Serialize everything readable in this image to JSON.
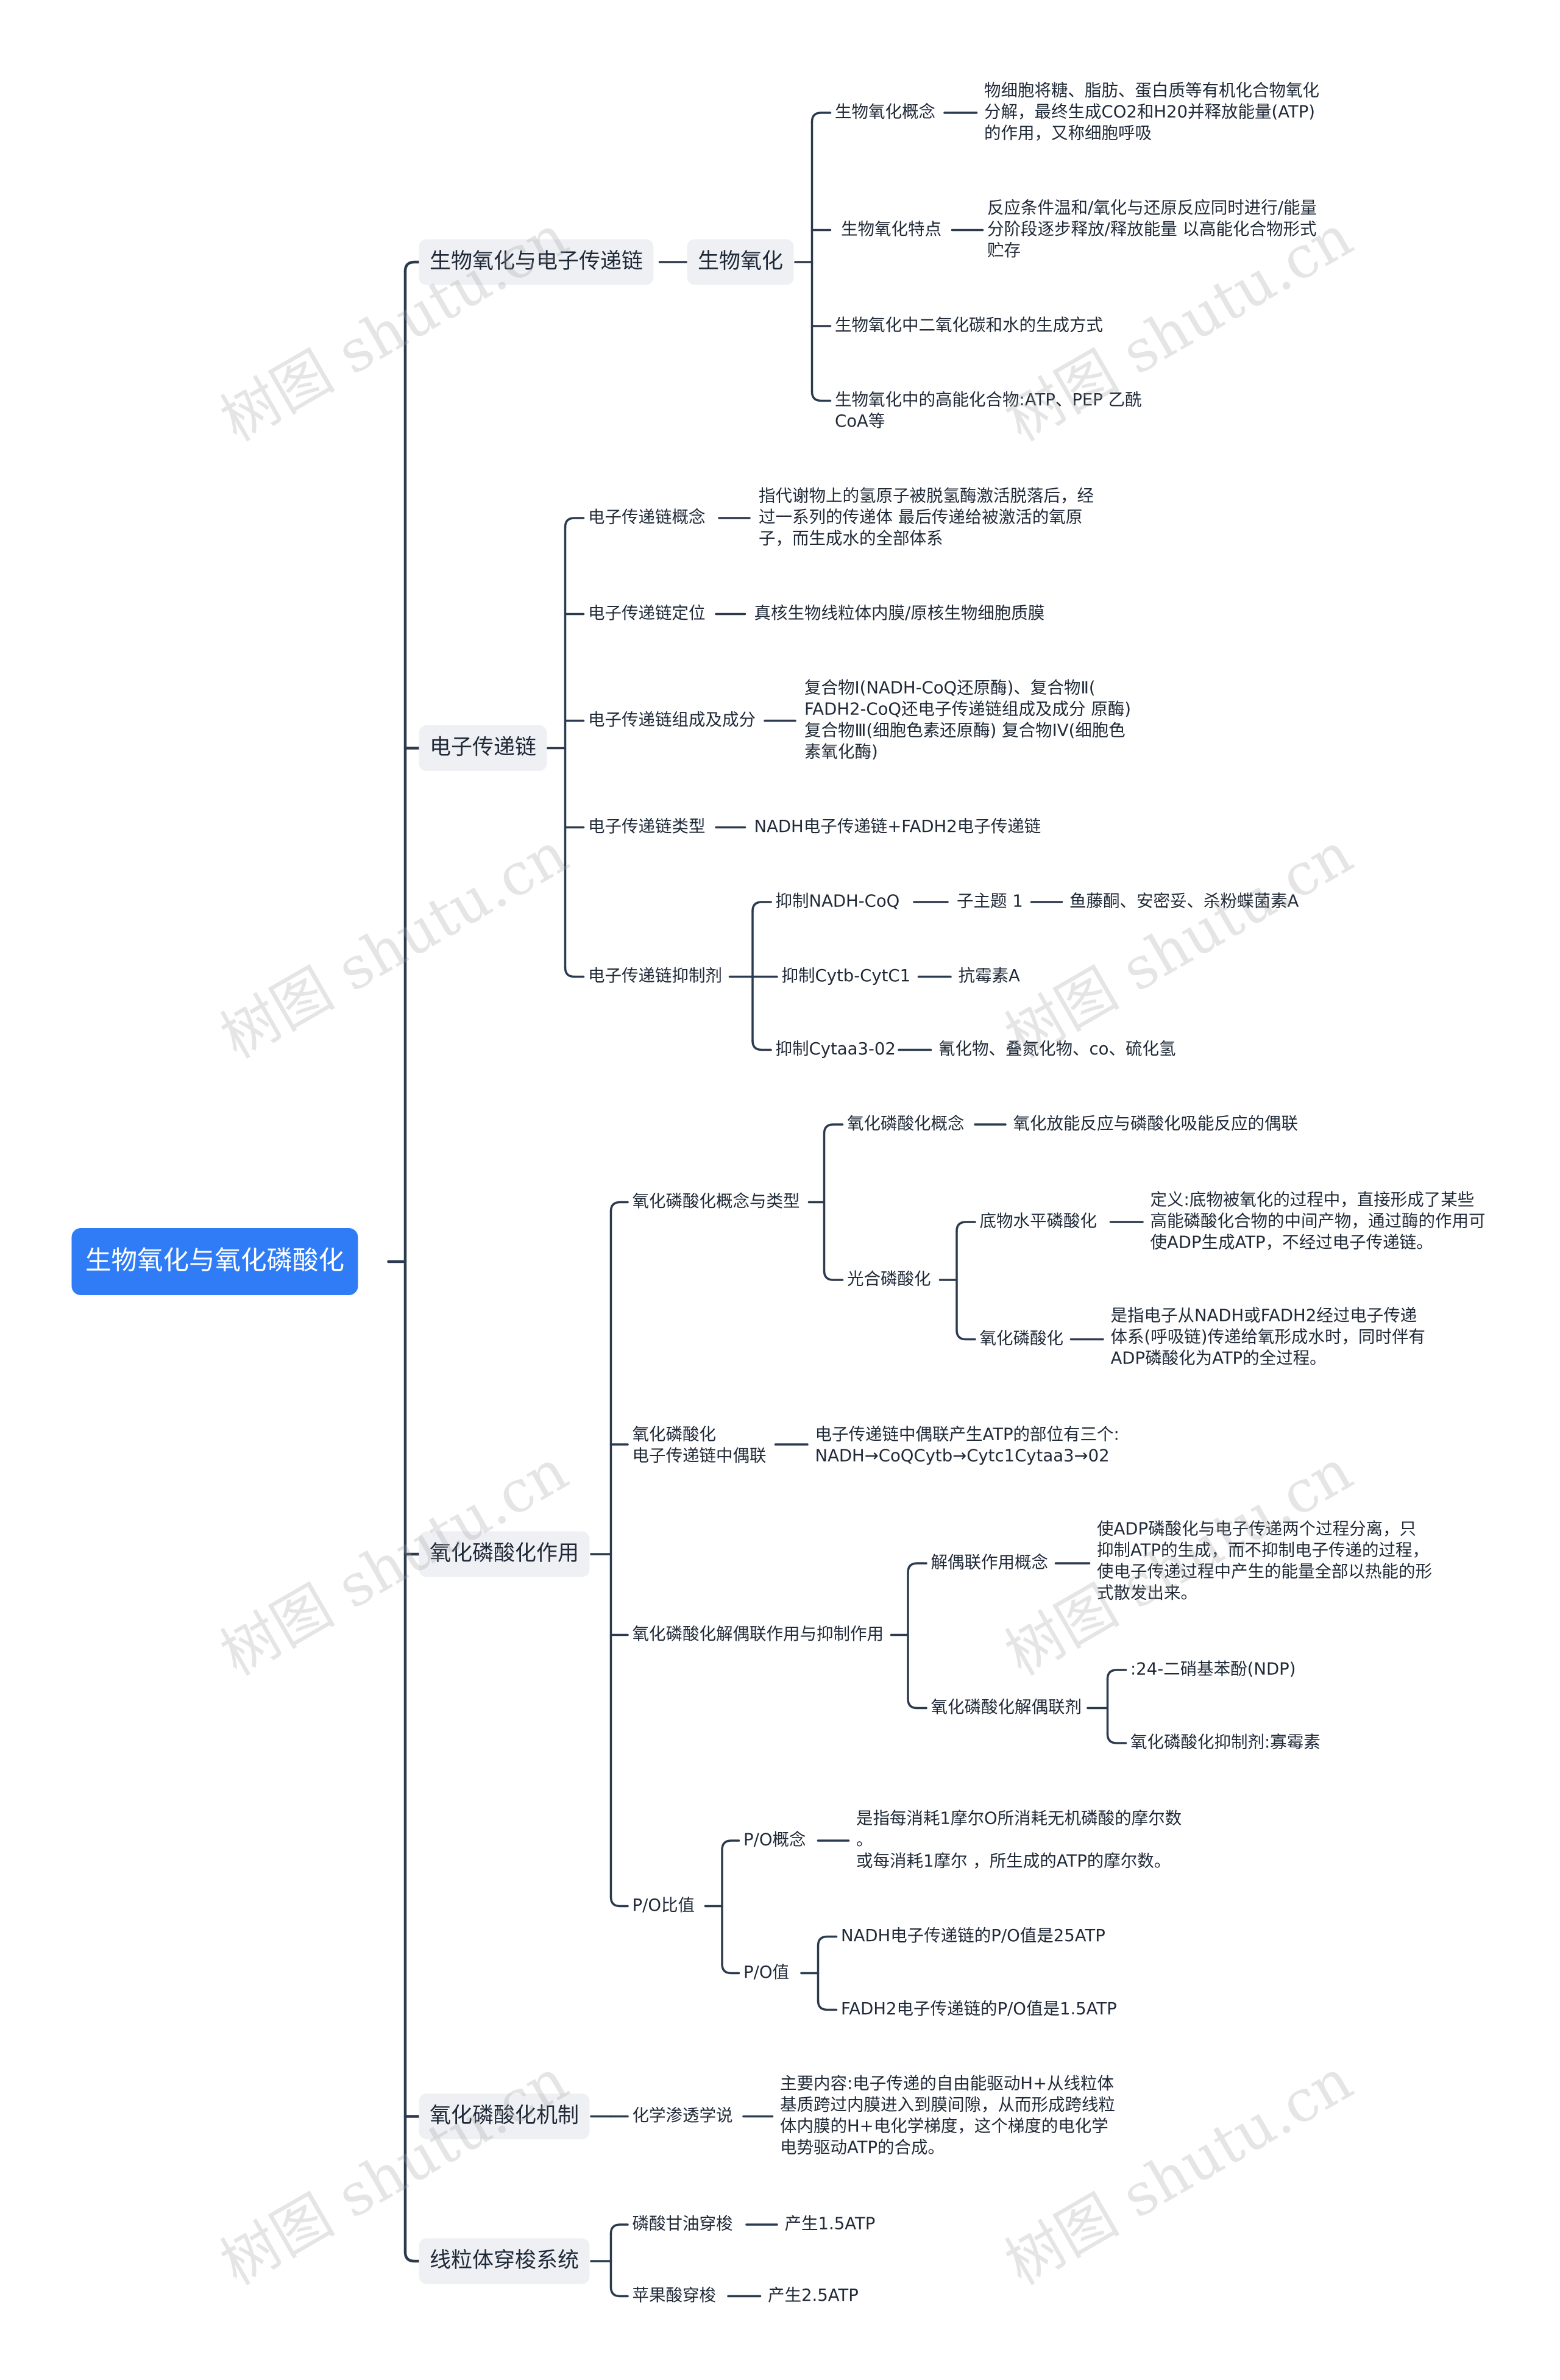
{
  "root": "生物氧化与氧化磷酸化",
  "branches": {
    "b1": {
      "label": "生物氧化与电子传递链",
      "sub": "生物氧化",
      "items": [
        {
          "label": "生物氧化概念",
          "detail": "物细胞将糖、脂肪、蛋白质等有机化合物氧化\n分解，最终生成CO2和H20并释放能量(ATP)\n的作用，又称细胞呼吸"
        },
        {
          "label": "生物氧化特点",
          "detail": "反应条件温和/氧化与还原反应同时进行/能量\n分阶段逐步释放/释放能量 以高能化合物形式\n贮存"
        },
        {
          "label": "生物氧化中二氧化碳和水的生成方式"
        },
        {
          "label": "生物氧化中的高能化合物:ATP、PEP 乙酰\nCoA等"
        }
      ]
    },
    "b2": {
      "label": "电子传递链",
      "items": [
        {
          "label": "电子传递链概念",
          "detail": "指代谢物上的氢原子被脱氢酶激活脱落后，经\n过一系列的传递体 最后传递给被激活的氧原\n子，而生成水的全部体系"
        },
        {
          "label": "电子传递链定位",
          "detail": "真核生物线粒体内膜/原核生物细胞质膜"
        },
        {
          "label": "电子传递链组成及成分",
          "detail": "复合物I(NADH-CoQ还原酶)、复合物Ⅱ(\nFADH2-CoQ还电子传递链组成及成分 原酶)\n复合物Ⅲ(细胞色素还原酶) 复合物IV(细胞色\n素氧化酶)"
        },
        {
          "label": "电子传递链类型",
          "detail": "NADH电子传递链+FADH2电子传递链"
        },
        {
          "label": "电子传递链抑制剂",
          "children": [
            {
              "label": "抑制NADH-CoQ",
              "mid": "子主题 1",
              "detail": "鱼藤酮、安密妥、杀粉蝶菌素A"
            },
            {
              "label": "抑制Cytb-CytC1",
              "detail": "抗霉素A"
            },
            {
              "label": "抑制Cytaa3-02",
              "detail": "氰化物、叠氮化物、co、硫化氢"
            }
          ]
        }
      ]
    },
    "b3": {
      "label": "氧化磷酸化作用",
      "items": [
        {
          "label": "氧化磷酸化概念与类型",
          "children": [
            {
              "label": "氧化磷酸化概念",
              "detail": "氧化放能反应与磷酸化吸能反应的偶联"
            },
            {
              "label": "光合磷酸化",
              "children": [
                {
                  "label": "底物水平磷酸化",
                  "detail": "定义:底物被氧化的过程中，直接形成了某些\n高能磷酸化合物的中间产物，通过酶的作用可\n使ADP生成ATP，不经过电子传递链。"
                },
                {
                  "label": "氧化磷酸化",
                  "detail": "是指电子从NADH或FADH2经过电子传递\n体系(呼吸链)传递给氧形成水时，同时伴有\nADP磷酸化为ATP的全过程。"
                }
              ]
            }
          ]
        },
        {
          "label": "氧化磷酸化\n电子传递链中偶联",
          "detail": "电子传递链中偶联产生ATP的部位有三个:\nNADH→CoQCytb→Cytc1Cytaa3→02"
        },
        {
          "label": "氧化磷酸化解偶联作用与抑制作用",
          "children": [
            {
              "label": "解偶联作用概念",
              "detail": "使ADP磷酸化与电子传递两个过程分离，只\n抑制ATP的生成，而不抑制电子传递的过程，\n使电子传递过程中产生的能量全部以热能的形\n式散发出来。"
            },
            {
              "label": "氧化磷酸化解偶联剂",
              "children": [
                {
                  "label": ":24-二硝基苯酚(NDP)"
                },
                {
                  "label": "氧化磷酸化抑制剂:寡霉素"
                }
              ]
            }
          ]
        },
        {
          "label": "P/O比值",
          "children": [
            {
              "label": "P/O概念",
              "detail": "是指每消耗1摩尔O所消耗无机磷酸的摩尔数\n。\n或每消耗1摩尔 ，所生成的ATP的摩尔数。"
            },
            {
              "label": "P/O值",
              "children": [
                {
                  "label": "NADH电子传递链的P/O值是25ATP"
                },
                {
                  "label": "FADH2电子传递链的P/O值是1.5ATP"
                }
              ]
            }
          ]
        }
      ]
    },
    "b4": {
      "label": "氧化磷酸化机制",
      "items": [
        {
          "label": "化学渗透学说",
          "detail": "主要内容:电子传递的自由能驱动H+从线粒体\n基质跨过内膜进入到膜间隙，从而形成跨线粒\n体内膜的H+电化学梯度，这个梯度的电化学\n电势驱动ATP的合成。"
        }
      ]
    },
    "b5": {
      "label": "线粒体穿梭系统",
      "items": [
        {
          "label": "磷酸甘油穿梭",
          "detail": "产生1.5ATP"
        },
        {
          "label": "苹果酸穿梭",
          "detail": "产生2.5ATP"
        }
      ]
    }
  },
  "watermark": "树图 shutu.cn",
  "colors": {
    "root_fill": "#2f7cf6",
    "branch_fill": "#eef0f4",
    "line": "#2c3a4f"
  }
}
